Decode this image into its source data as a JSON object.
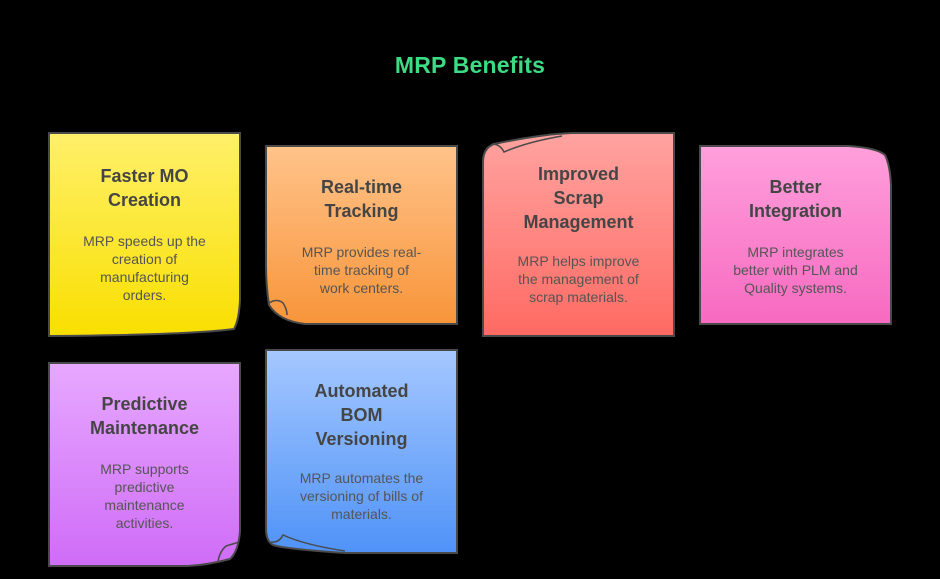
{
  "title": "MRP Benefits",
  "colors": {
    "title": "#3ddc84",
    "stroke": "#4a4a4a"
  },
  "notes": [
    {
      "heading": "Faster MO\nCreation",
      "description": "MRP speeds up the\ncreation of\nmanufacturing\norders.",
      "color_top": "#fff06a",
      "color_bottom": "#f9df00"
    },
    {
      "heading": "Real-time\nTracking",
      "description": "MRP provides real-\ntime tracking of\nwork centers.",
      "color_top": "#ffc38a",
      "color_bottom": "#f8953a"
    },
    {
      "heading": "Improved\nScrap\nManagement",
      "description": "MRP helps improve\nthe management of\nscrap materials.",
      "color_top": "#ffa3a0",
      "color_bottom": "#ff6a63"
    },
    {
      "heading": "Better\nIntegration",
      "description": "MRP integrates\nbetter with PLM and\nQuality systems.",
      "color_top": "#ff9fdc",
      "color_bottom": "#f76ac0"
    },
    {
      "heading": "Predictive\nMaintenance",
      "description": "MRP supports\npredictive\nmaintenance\nactivities.",
      "color_top": "#e7a8ff",
      "color_bottom": "#cf6cf7"
    },
    {
      "heading": "Automated\nBOM\nVersioning",
      "description": "MRP automates the\nversioning of bills of\nmaterials.",
      "color_top": "#a5c8ff",
      "color_bottom": "#4f92f7"
    }
  ]
}
